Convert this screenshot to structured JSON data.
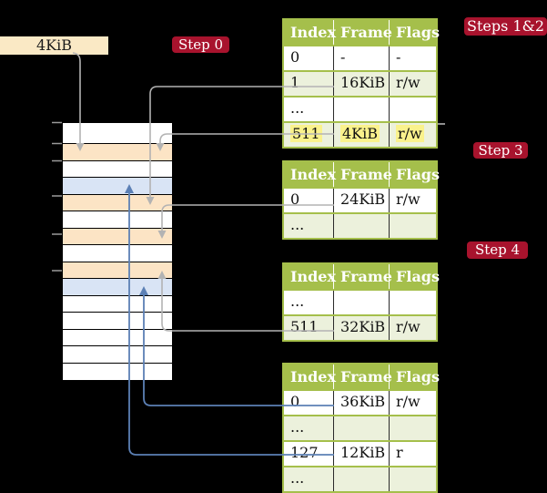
{
  "colors": {
    "background": "#000000",
    "table_header_green": "#A5BF4B",
    "table_border_green": "#A5BF4B",
    "table_row_green": "#ECF1DC",
    "memory_peach": "#FCE4C5",
    "memory_blue": "#D9E4F5",
    "memory_white": "#FFFFFF",
    "label_red": "#A8132D",
    "highlight_yellow": "#FAF28C",
    "box_wheat": "#FAE9C5",
    "arrow_gray": "#B3B3B3",
    "arrow_blue": "#5C80B5"
  },
  "frame_box": {
    "label": "4KiB"
  },
  "step_labels": {
    "step0": "Step 0",
    "steps12": "Steps 1&2",
    "step3": "Step 3",
    "step4": "Step 4"
  },
  "memory_strip": {
    "rows": [
      "white",
      "peach",
      "white",
      "blue",
      "peach",
      "white",
      "peach",
      "white",
      "peach",
      "blue",
      "white",
      "white",
      "white",
      "white",
      "white"
    ]
  },
  "page_tables": [
    {
      "step": "Steps 1&2",
      "headers": [
        "Index",
        "Frame",
        "Flags"
      ],
      "rows": [
        {
          "index": "0",
          "frame": "-",
          "flags": "-"
        },
        {
          "index": "1",
          "frame": "16KiB",
          "flags": "r/w"
        },
        {
          "index": "...",
          "frame": "",
          "flags": ""
        },
        {
          "index": "511",
          "frame": "4KiB",
          "flags": "r/w"
        }
      ]
    },
    {
      "step": "Step 3",
      "headers": [
        "Index",
        "Frame",
        "Flags"
      ],
      "rows": [
        {
          "index": "0",
          "frame": "24KiB",
          "flags": "r/w"
        },
        {
          "index": "...",
          "frame": "",
          "flags": ""
        }
      ]
    },
    {
      "step": "Step 4",
      "headers": [
        "Index",
        "Frame",
        "Flags"
      ],
      "rows": [
        {
          "index": "...",
          "frame": "",
          "flags": ""
        },
        {
          "index": "511",
          "frame": "32KiB",
          "flags": "r/w"
        }
      ]
    },
    {
      "step": "",
      "headers": [
        "Index",
        "Frame",
        "Flags"
      ],
      "rows": [
        {
          "index": "0",
          "frame": "36KiB",
          "flags": "r/w"
        },
        {
          "index": "...",
          "frame": "",
          "flags": ""
        },
        {
          "index": "127",
          "frame": "12KiB",
          "flags": "r"
        },
        {
          "index": "...",
          "frame": "",
          "flags": ""
        }
      ]
    }
  ]
}
